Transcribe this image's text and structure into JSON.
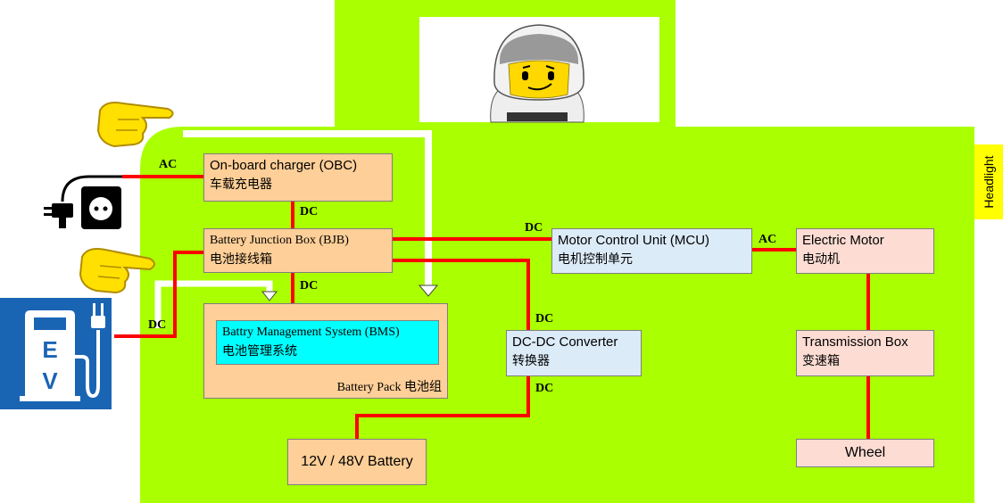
{
  "blocks": {
    "obc": {
      "label": "On-board charger (OBC)",
      "label_cn": "车载充电器"
    },
    "bjb": {
      "label": "Battery Junction Box (BJB)",
      "label_cn": "电池接线箱"
    },
    "bms": {
      "label": "Battry Management System (BMS)",
      "label_cn": "电池管理系统"
    },
    "battery_pack": {
      "label": "Battery Pack 电池组"
    },
    "mcu": {
      "label": "Motor Control Unit (MCU)",
      "label_cn": "电机控制单元"
    },
    "electric_motor": {
      "label": "Electric Motor",
      "label_cn": "电动机"
    },
    "dcdc": {
      "label": "DC-DC Converter",
      "label_cn": "转换器"
    },
    "transmission": {
      "label": "Transmission Box",
      "label_cn": "变速箱"
    },
    "battery_12v": {
      "label": "12V / 48V Battery"
    },
    "wheel": {
      "label": "Wheel"
    }
  },
  "connection_labels": {
    "ac_obc": "AC",
    "dc_obc_bjb": "DC",
    "dc_bjb_bms": "DC",
    "dc_ev": "DC",
    "dc_bjb_mcu": "DC",
    "ac_mcu_motor": "AC",
    "dc_bjb_dcdc": "DC",
    "dc_dcdc_out": "DC"
  },
  "side_label": {
    "headlight": "Headlight"
  },
  "ev_sign": {
    "letters": [
      "E",
      "V"
    ]
  },
  "colors": {
    "car_body": "#aaff00",
    "wire": "#ff0000",
    "block_orange": "#fecf98",
    "block_pink": "#fddcd3",
    "block_blue": "#dcebf8",
    "bms_cyan": "#00ffff",
    "ev_sign_blue": "#1a64b4",
    "headlight_yellow": "#ffff00"
  }
}
